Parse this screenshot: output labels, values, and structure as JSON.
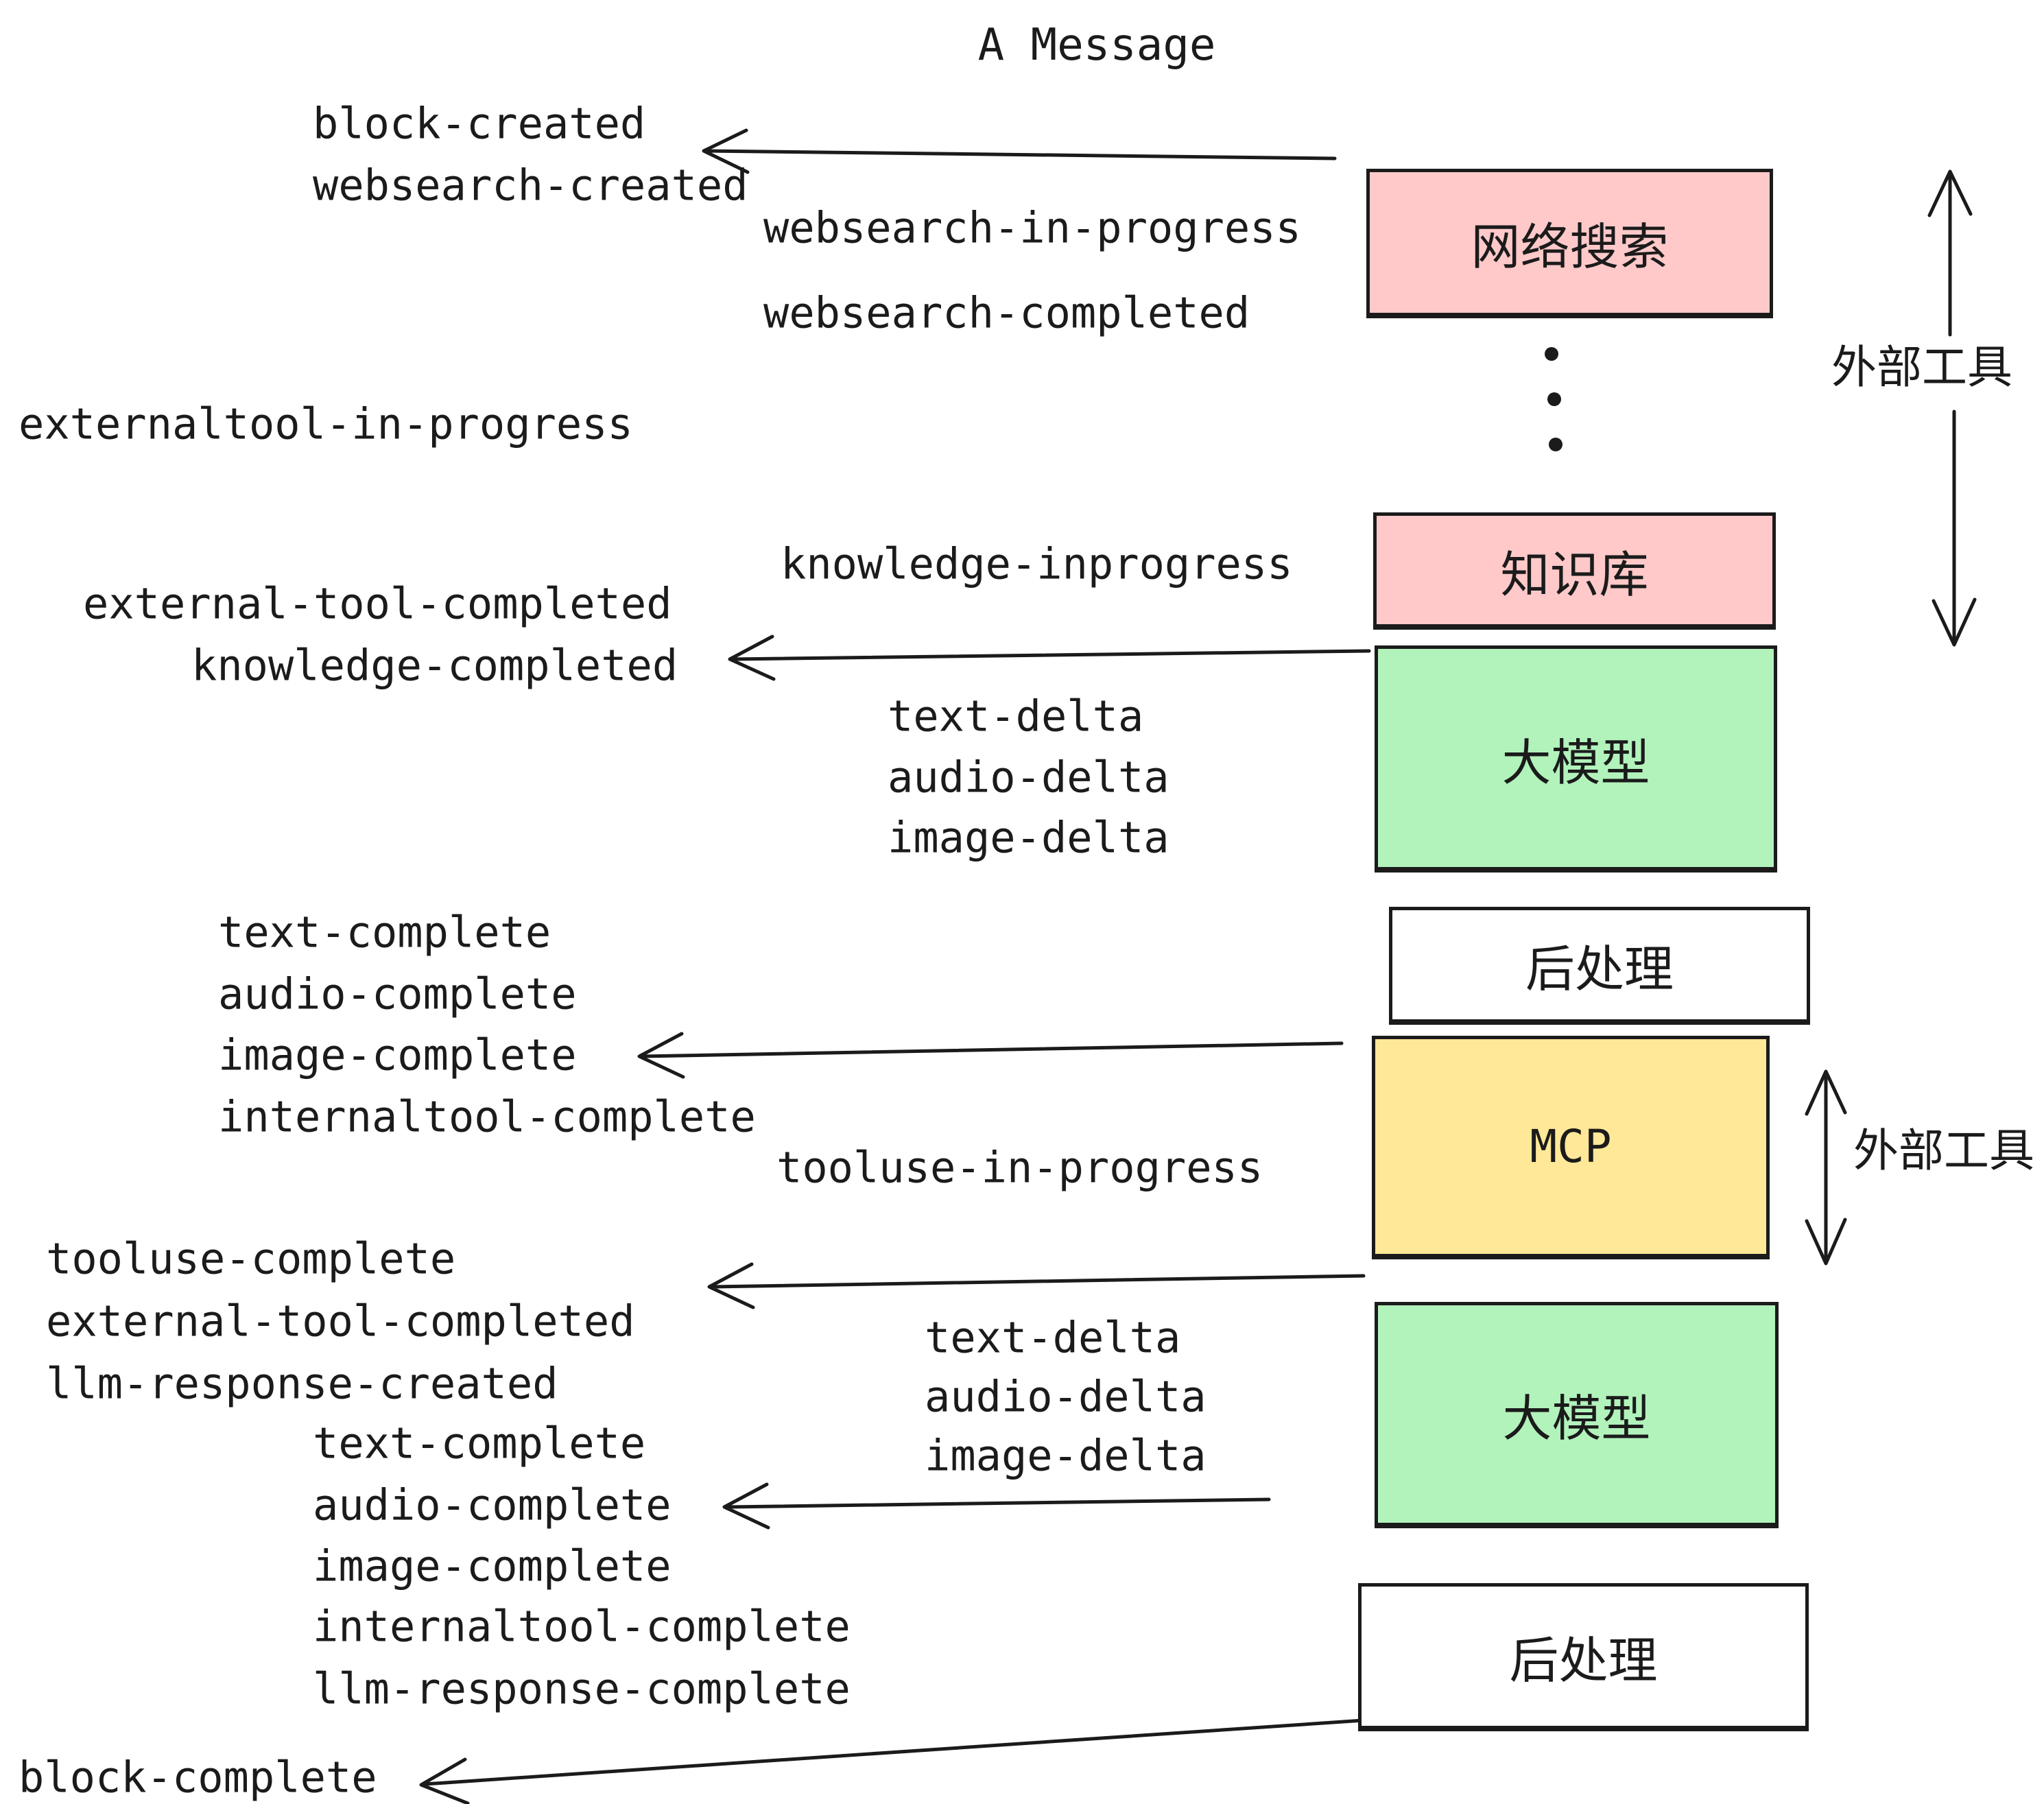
{
  "title": "A Message",
  "ink_color": "#1b1b1b",
  "events": {
    "block_created": "block-created",
    "websearch_created": "websearch-created",
    "websearch_in_progress": "websearch-in-progress",
    "websearch_completed": "websearch-completed",
    "externaltool_in_progress": "externaltool-in-progress",
    "knowledge_inprogress": "knowledge-inprogress",
    "external_tool_completed": "external-tool-completed",
    "knowledge_completed": "knowledge-completed",
    "text_delta": "text-delta",
    "audio_delta": "audio-delta",
    "image_delta": "image-delta",
    "text_complete": "text-complete",
    "audio_complete": "audio-complete",
    "image_complete": "image-complete",
    "internaltool_complete": "internaltool-complete",
    "tooluse_in_progress": "tooluse-in-progress",
    "tooluse_complete": "tooluse-complete",
    "external_tool_completed_2": "external-tool-completed",
    "llm_response_created": "llm-response-created",
    "text_complete_2": "text-complete",
    "audio_complete_2": "audio-complete",
    "text_delta_2": "text-delta",
    "audio_delta_2": "audio-delta",
    "image_delta_2": "image-delta",
    "image_complete_2": "image-complete",
    "internaltool_complete_2": "internaltool-complete",
    "llm_response_complete": "llm-response-complete",
    "block_complete": "block-complete"
  },
  "boxes": {
    "websearch": {
      "label": "网络搜索",
      "fill": "#ffc9c9"
    },
    "knowledge": {
      "label": "知识库",
      "fill": "#ffc9c9"
    },
    "llm1": {
      "label": "大模型",
      "fill": "#b2f2bb"
    },
    "post1": {
      "label": "后处理",
      "fill": "#ffffff"
    },
    "mcp": {
      "label": "MCP",
      "fill": "#ffe897"
    },
    "llm2": {
      "label": "大模型",
      "fill": "#b2f2bb"
    },
    "post2": {
      "label": "后处理",
      "fill": "#ffffff"
    }
  },
  "side_labels": {
    "external_tools_top": "外部工具",
    "external_tools_mid": "外部工具"
  }
}
